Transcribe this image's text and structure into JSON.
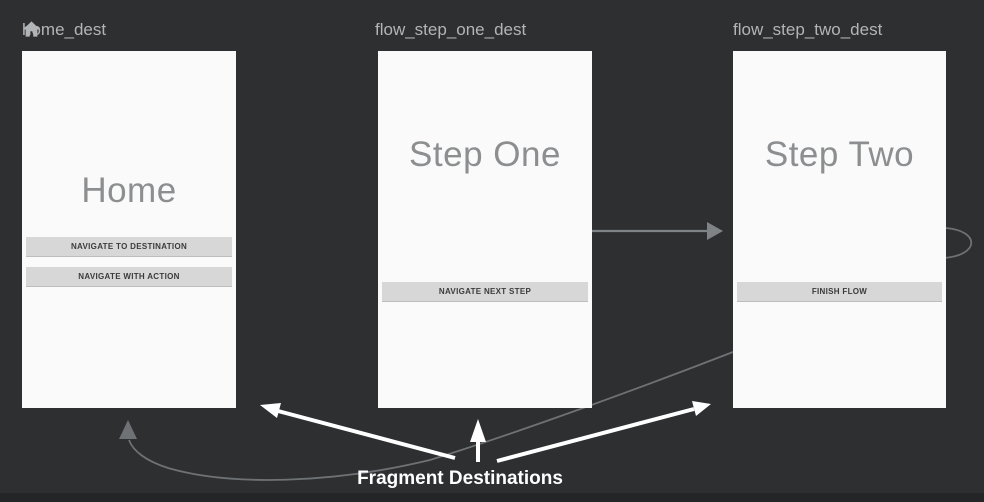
{
  "canvas": {
    "background": "#2d2f31",
    "card_background": "#fafafa",
    "button_background": "#d7d7d7",
    "label_text_color": "#b2b5b7",
    "title_text_color": "#8c8e90",
    "edge_gray_color": "#76797c",
    "annotation_color": "#ffffff"
  },
  "destinations": [
    {
      "label": "home_dest",
      "title": "Home",
      "icon": "home-icon",
      "buttons": [
        "NAVIGATE TO DESTINATION",
        "NAVIGATE WITH ACTION"
      ]
    },
    {
      "label": "flow_step_one_dest",
      "title": "Step One",
      "buttons": [
        "NAVIGATE NEXT STEP"
      ]
    },
    {
      "label": "flow_step_two_dest",
      "title": "Step Two",
      "buttons": [
        "FINISH FLOW"
      ]
    }
  ],
  "edges": [
    {
      "name": "action-step-one-to-step-two",
      "from": "flow_step_one_dest",
      "to": "flow_step_two_dest"
    },
    {
      "name": "action-finish-flow-to-home",
      "from": "flow_step_two_dest",
      "to": "home_dest"
    }
  ],
  "annotation": {
    "label": "Fragment Destinations"
  }
}
